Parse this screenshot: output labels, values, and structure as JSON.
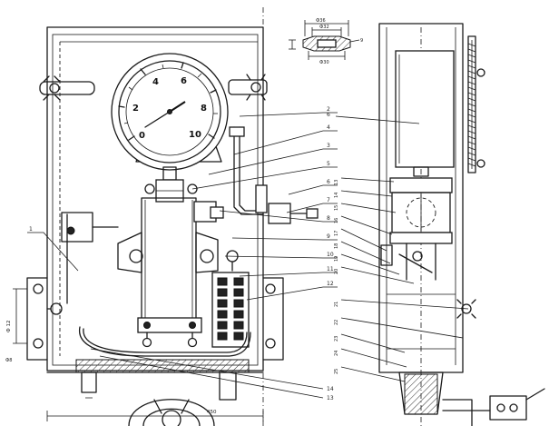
{
  "gauge": {
    "scale": [
      "0",
      "2",
      "4",
      "6",
      "8",
      "10"
    ]
  },
  "callouts": {
    "front_left": "1",
    "front_bottom_a": "14",
    "front_bottom_b": "13",
    "front_right": [
      "2",
      "4",
      "3",
      "5",
      "6",
      "7",
      "8",
      "9",
      "10",
      "11",
      "12"
    ],
    "side_top": "6",
    "side_right": [
      "13",
      "14",
      "15",
      "16",
      "17",
      "18",
      "19",
      "20",
      "21",
      "22"
    ],
    "side_lower": [
      "23",
      "24",
      "25"
    ]
  },
  "detail": {
    "dims": [
      "Ф36",
      "Ф32",
      "Ф30",
      "9"
    ]
  },
  "dimensions": {
    "left_vertical": "Ф 12",
    "left_small": "Ф8",
    "base_width": "450"
  }
}
